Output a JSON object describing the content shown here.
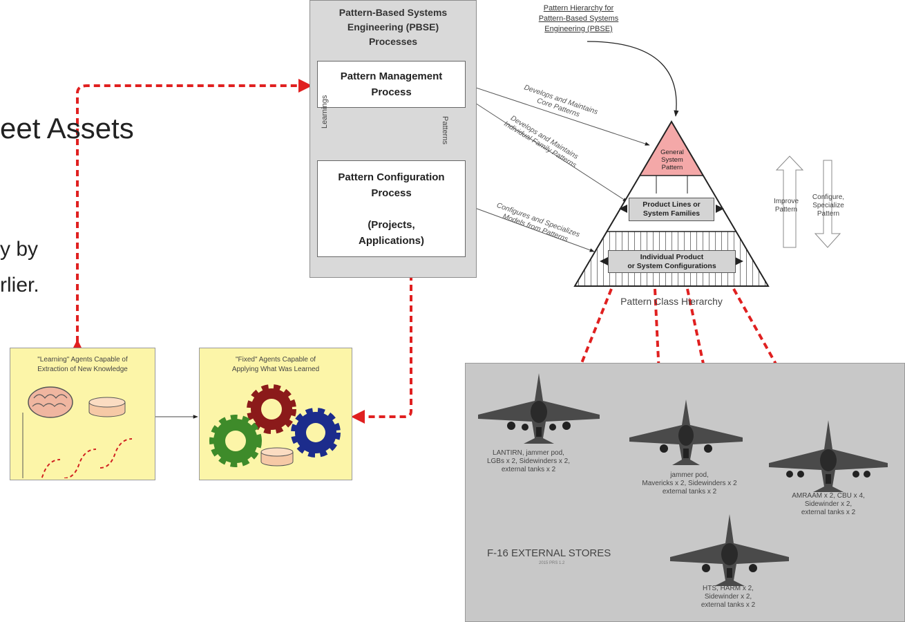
{
  "slide_text": {
    "heading_fragment": "eet Assets",
    "body_line_1": "y by",
    "body_line_2": "rlier."
  },
  "pbse": {
    "title": "Pattern-Based Systems\nEngineering (PBSE)\nProcesses",
    "management_process": "Pattern Management\nProcess",
    "configuration_process": "Pattern Configuration\nProcess\n\n(Projects,\nApplications)",
    "learnings_label": "Learnings",
    "patterns_label": "Patterns"
  },
  "hierarchy": {
    "title": "Pattern Hierarchy for\nPattern-Based Systems\nEngineering (PBSE)",
    "edge_core": "Develops and Maintains\nCore Patterns",
    "edge_family": "Develops and Maintains\nIndividual Family Patterns",
    "edge_config": "Configures and Specializes\nModels from Patterns",
    "general": "General\nSystem\nPattern",
    "product_lines": "Product Lines or\nSystem Families",
    "individual": "Individual Product\nor System Configurations",
    "class_label": "Pattern Class Hierarchy",
    "improve": "Improve\nPattern",
    "configure": "Configure,\nSpecialize\nPattern"
  },
  "agents": {
    "learning_title": "\"Learning\" Agents Capable of\nExtraction of New Knowledge",
    "fixed_title": "\"Fixed\" Agents Capable of\nApplying What Was Learned"
  },
  "f16": {
    "title": "F-16 EXTERNAL STORES",
    "subtitle": "2015 PRS 1.2",
    "config_1": "LANTIRN, jammer pod,\nLGBs x 2, Sidewinders x 2,\nexternal tanks x 2",
    "config_2": "jammer pod,\nMavericks x 2, Sidewinders x 2\nexternal tanks x 2",
    "config_3": "AMRAAM x 2, CBU x 4,\nSidewinder x 2,\nexternal tanks x 2",
    "config_4": "HTS, HARM x 2,\nSidewinder x 2,\nexternal tanks x 2"
  },
  "colors": {
    "dashed_link": "#e02020",
    "top_layer": "#f4a8a8",
    "agent_box": "#fcf5a8",
    "panel_gray": "#c8c8c8"
  }
}
